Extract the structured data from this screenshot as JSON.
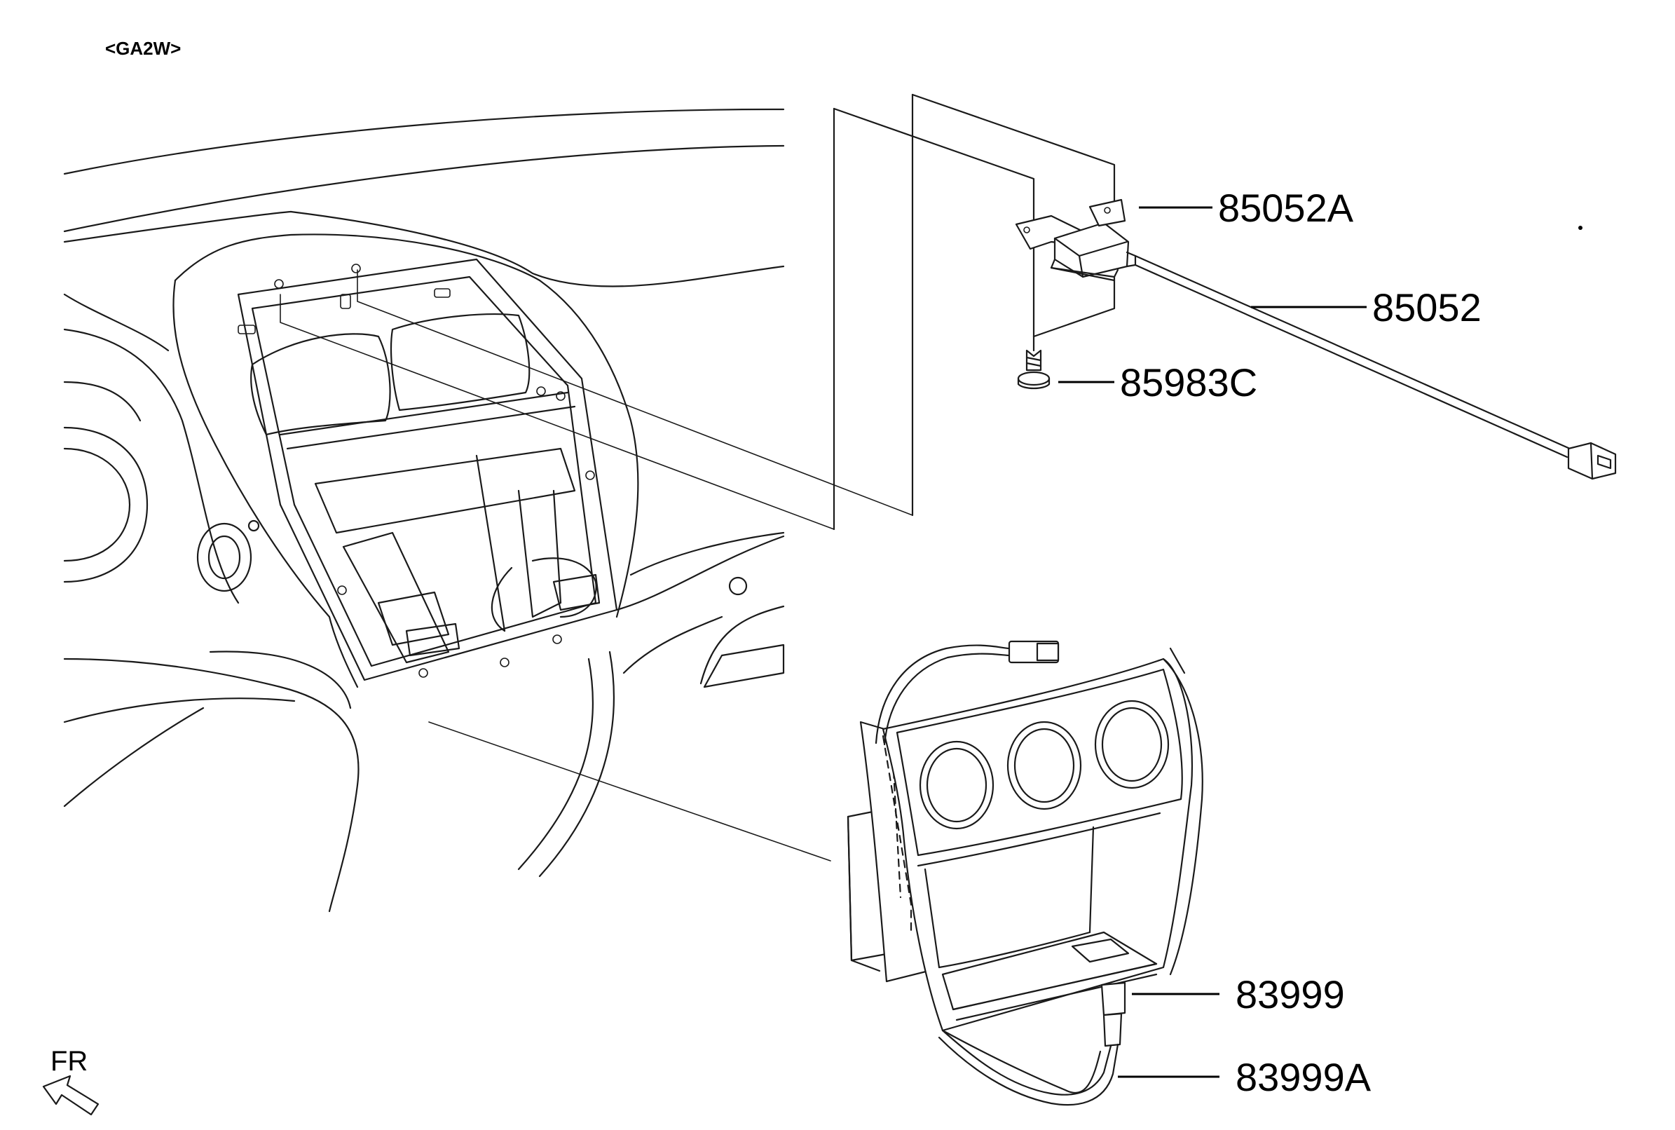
{
  "model_tag": "<GA2W>",
  "direction_label": "FR",
  "direction_icon": "front-arrow-icon",
  "callouts": [
    {
      "id": "part-85052a",
      "code": "85052A"
    },
    {
      "id": "part-85052",
      "code": "85052"
    },
    {
      "id": "part-85983c",
      "code": "85983C"
    },
    {
      "id": "part-83999",
      "code": "83999"
    },
    {
      "id": "part-83999a",
      "code": "83999A"
    }
  ],
  "colors": {
    "line": "#1a1a1a",
    "background": "#ffffff"
  }
}
